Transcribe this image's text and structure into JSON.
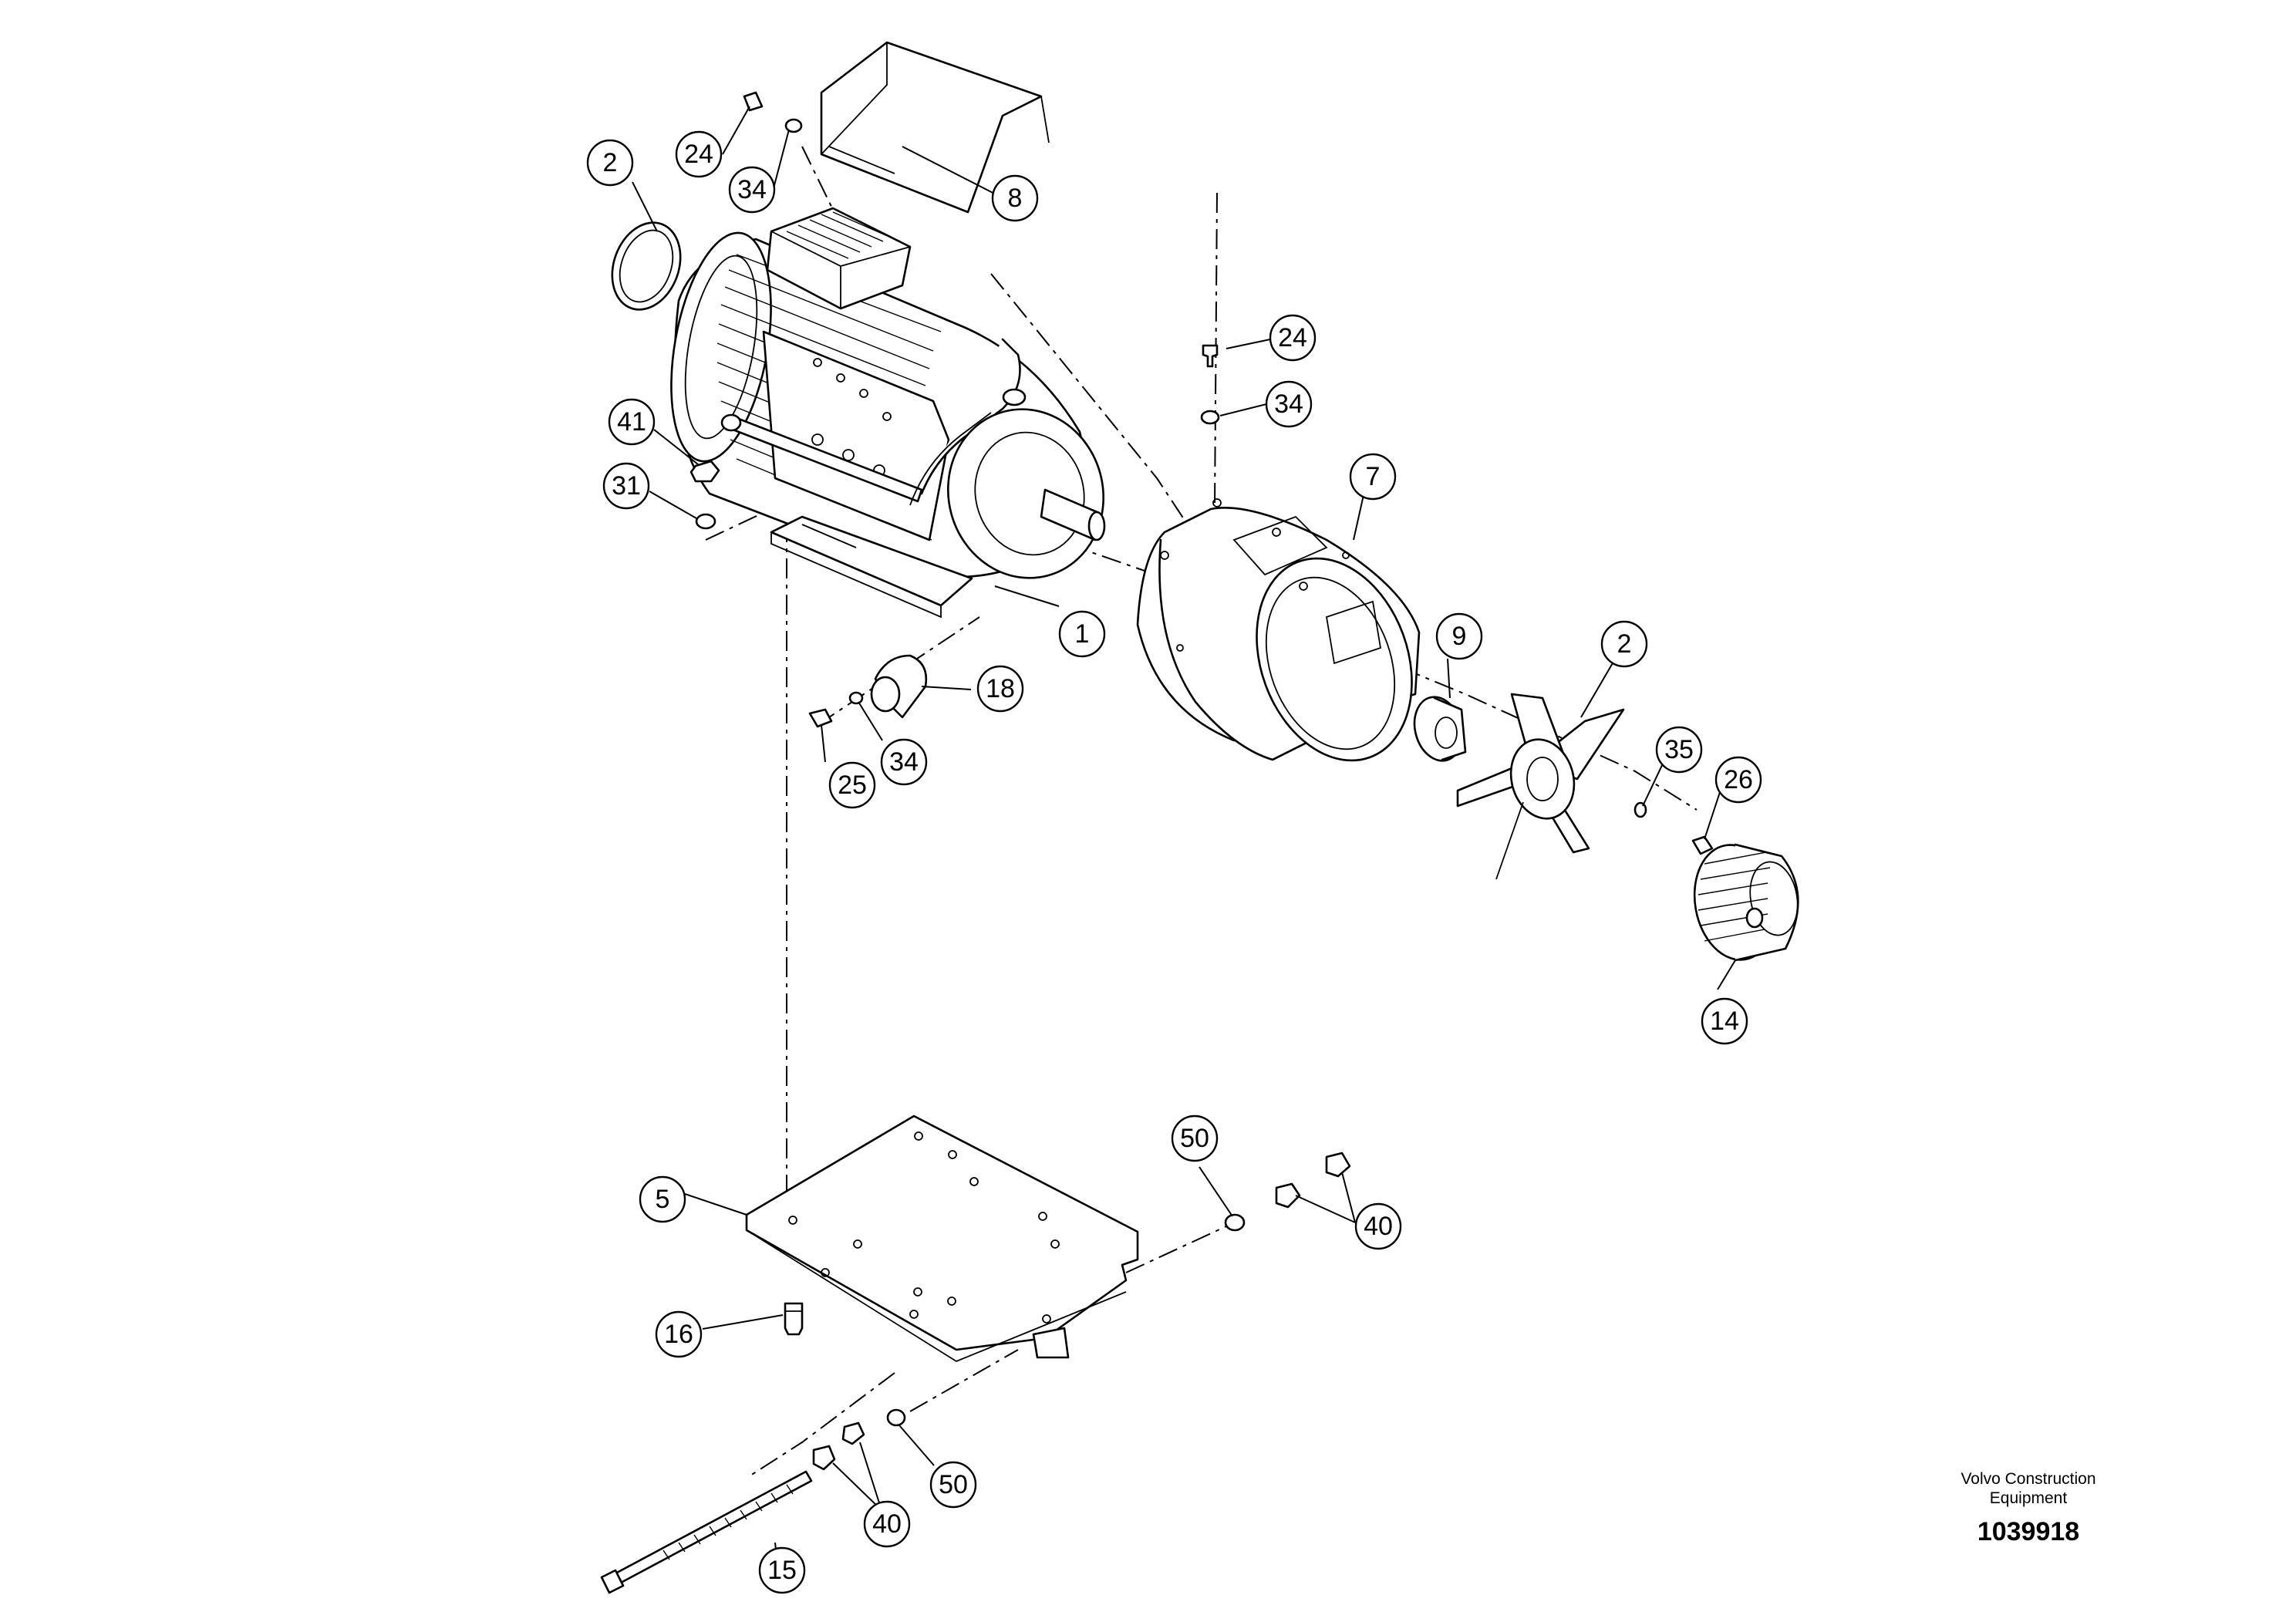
{
  "callouts": {
    "c2_left": "2",
    "c24_top": "24",
    "c34_top": "34",
    "c8": "8",
    "c24_right": "24",
    "c34_right": "34",
    "c41": "41",
    "c31": "31",
    "c7": "7",
    "c1": "1",
    "c9": "9",
    "c2_right": "2",
    "c18": "18",
    "c35": "35",
    "c26": "26",
    "c25": "25",
    "c34_mid": "34",
    "c14": "14",
    "c50_right": "50",
    "c40_right": "40",
    "c5": "5",
    "c16": "16",
    "c50_bottom": "50",
    "c40_bottom": "40",
    "c15": "15"
  },
  "footer": {
    "company_line1": "Volvo Construction",
    "company_line2": "Equipment",
    "drawing_number": "1039918"
  }
}
